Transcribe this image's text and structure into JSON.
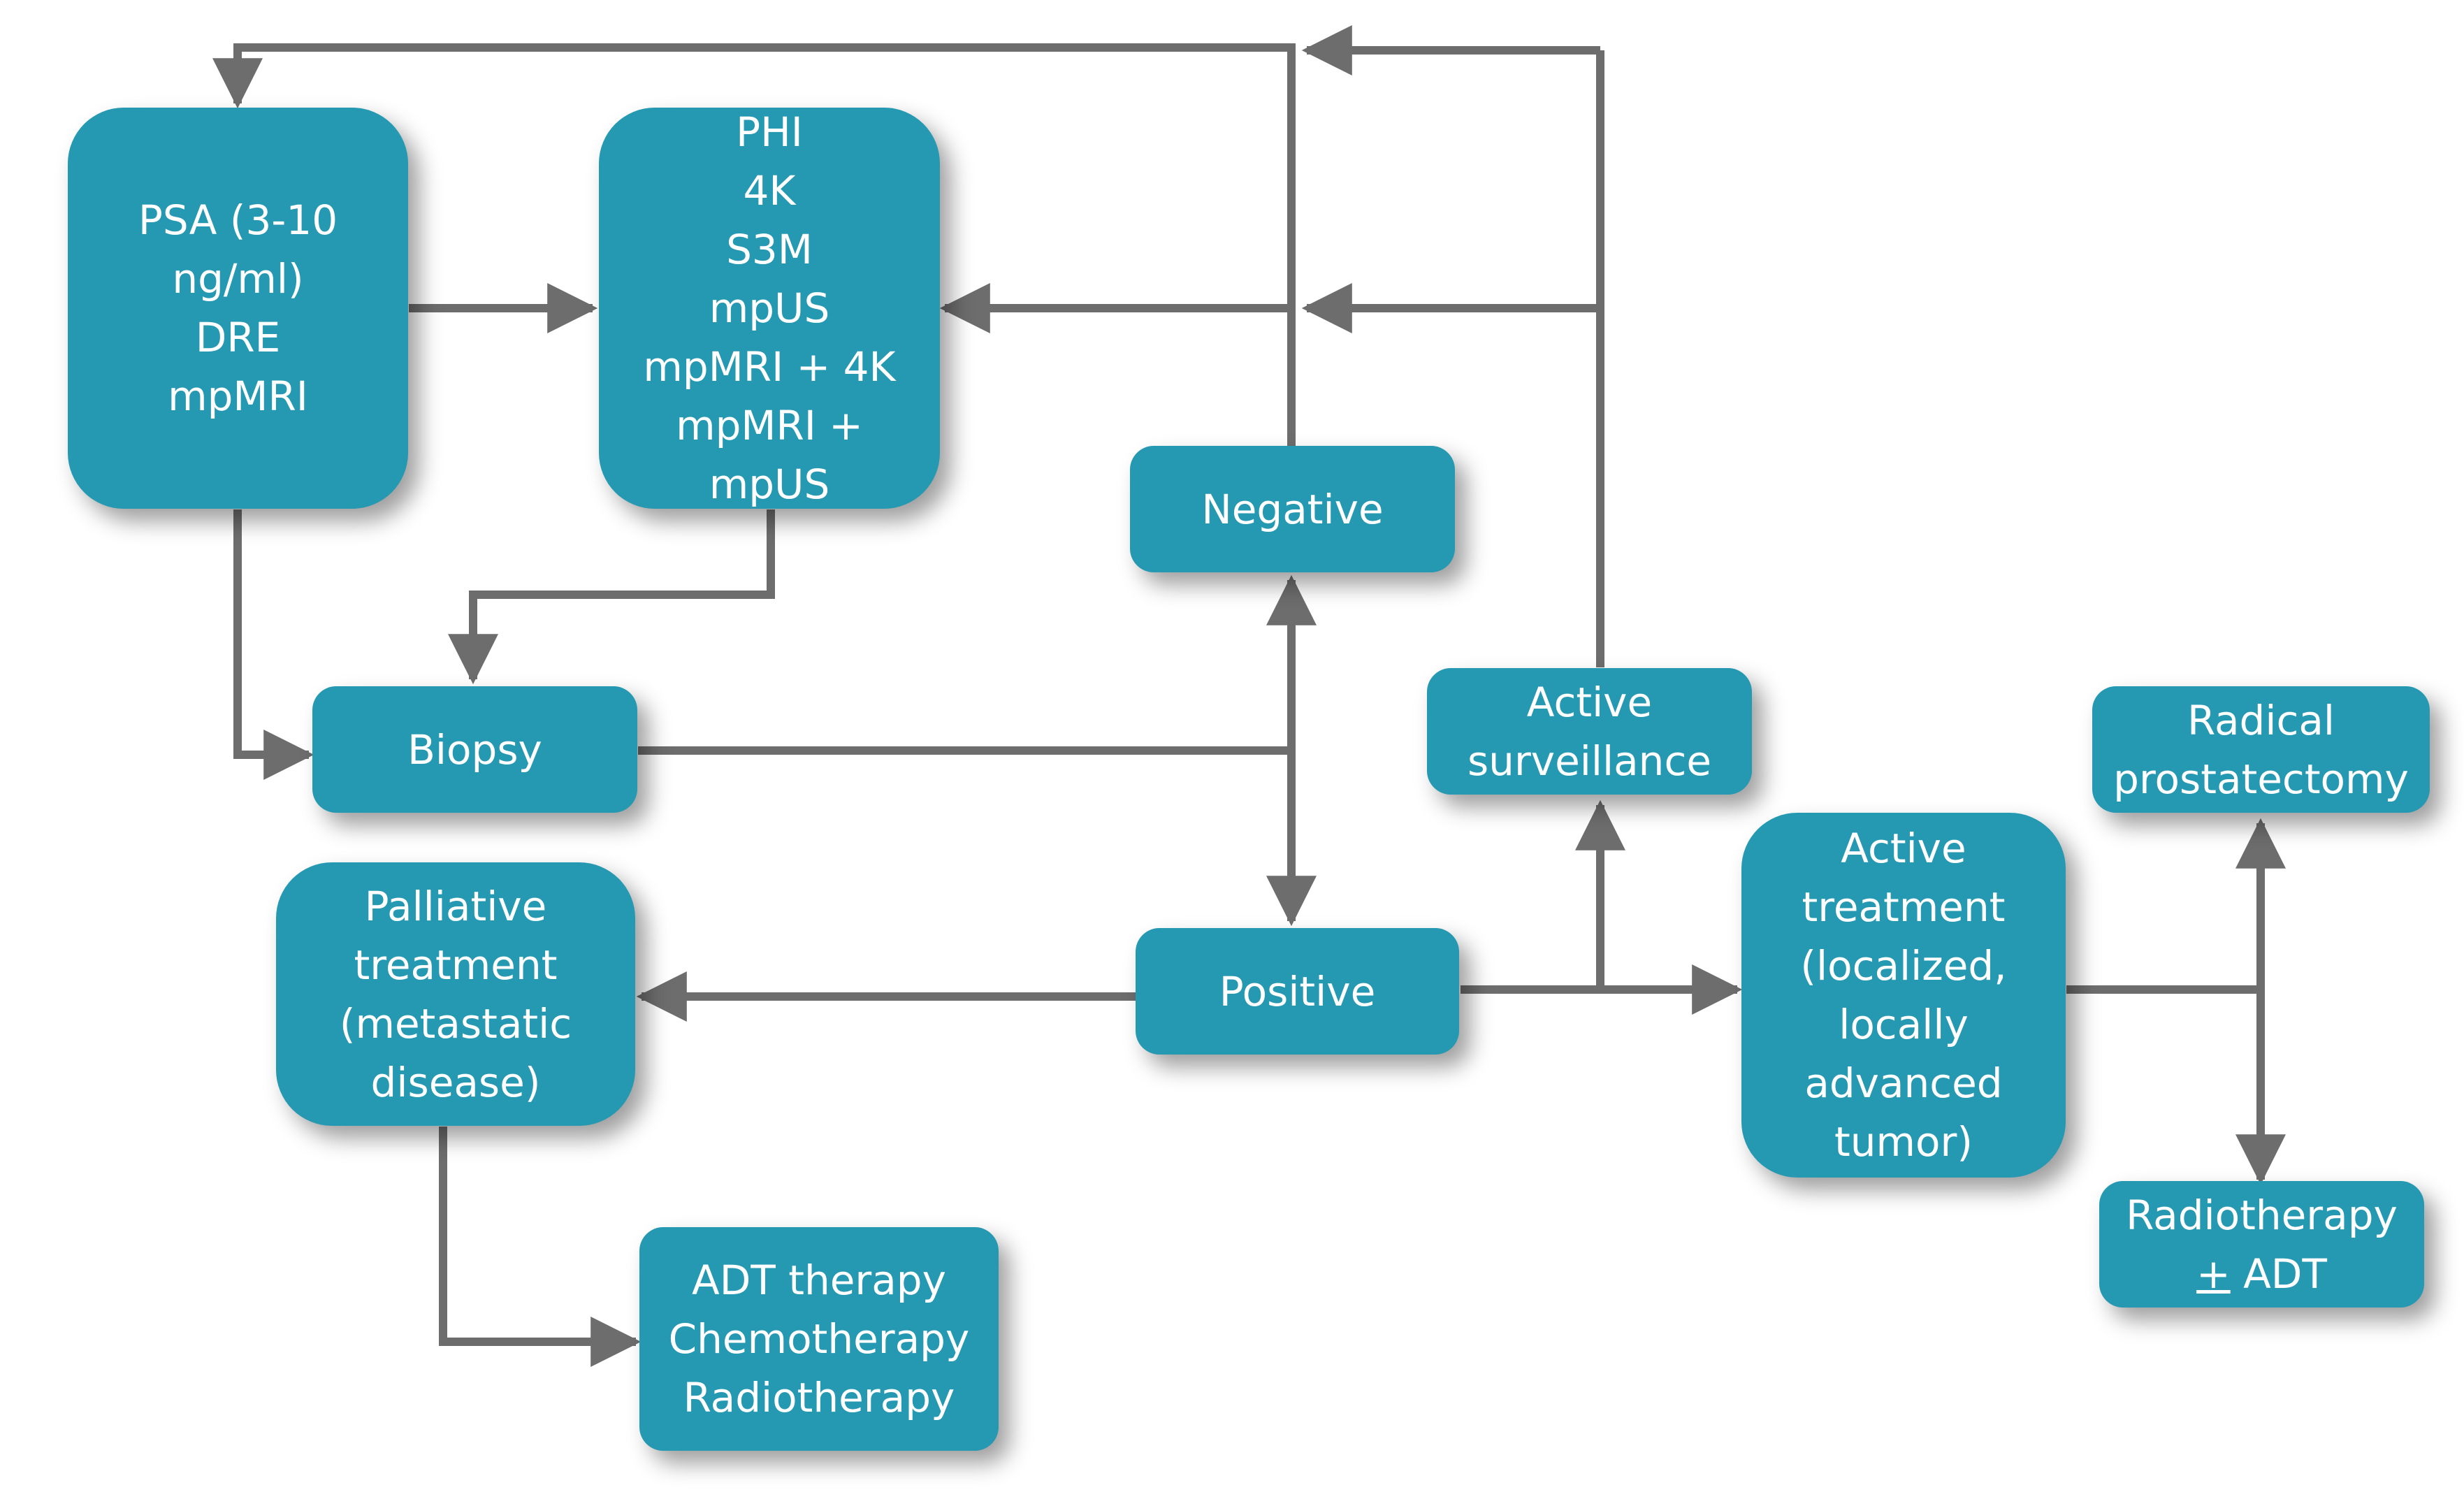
{
  "colors": {
    "node_fill": "#2598b2",
    "node_text": "#ffffff",
    "connector": "#6d6d6d",
    "background": "#ffffff"
  },
  "nodes": {
    "psa": {
      "lines": [
        "PSA (3-10",
        "ng/ml)",
        "DRE",
        "mpMRI"
      ]
    },
    "markers": {
      "lines": [
        "PHI",
        "4K",
        "S3M",
        "mpUS",
        "mpMRI + 4K",
        "mpMRI +",
        "mpUS"
      ]
    },
    "negative": {
      "lines": [
        "Negative"
      ]
    },
    "biopsy": {
      "lines": [
        "Biopsy"
      ]
    },
    "active_surveillance": {
      "lines": [
        "Active",
        "surveillance"
      ]
    },
    "radical_prostatectomy": {
      "lines": [
        "Radical",
        "prostatectomy"
      ]
    },
    "palliative": {
      "lines": [
        "Palliative",
        "treatment",
        "(metastatic",
        "disease)"
      ]
    },
    "positive": {
      "lines": [
        "Positive"
      ]
    },
    "active_treatment": {
      "lines": [
        "Active",
        "treatment",
        "(localized,",
        "locally",
        "advanced",
        "tumor)"
      ]
    },
    "radiotherapy_adt": {
      "sign": "+",
      "lines": [
        "Radiotherapy",
        "ADT"
      ]
    },
    "adt_therapy": {
      "lines": [
        "ADT therapy",
        "Chemotherapy",
        "Radiotherapy"
      ]
    }
  }
}
